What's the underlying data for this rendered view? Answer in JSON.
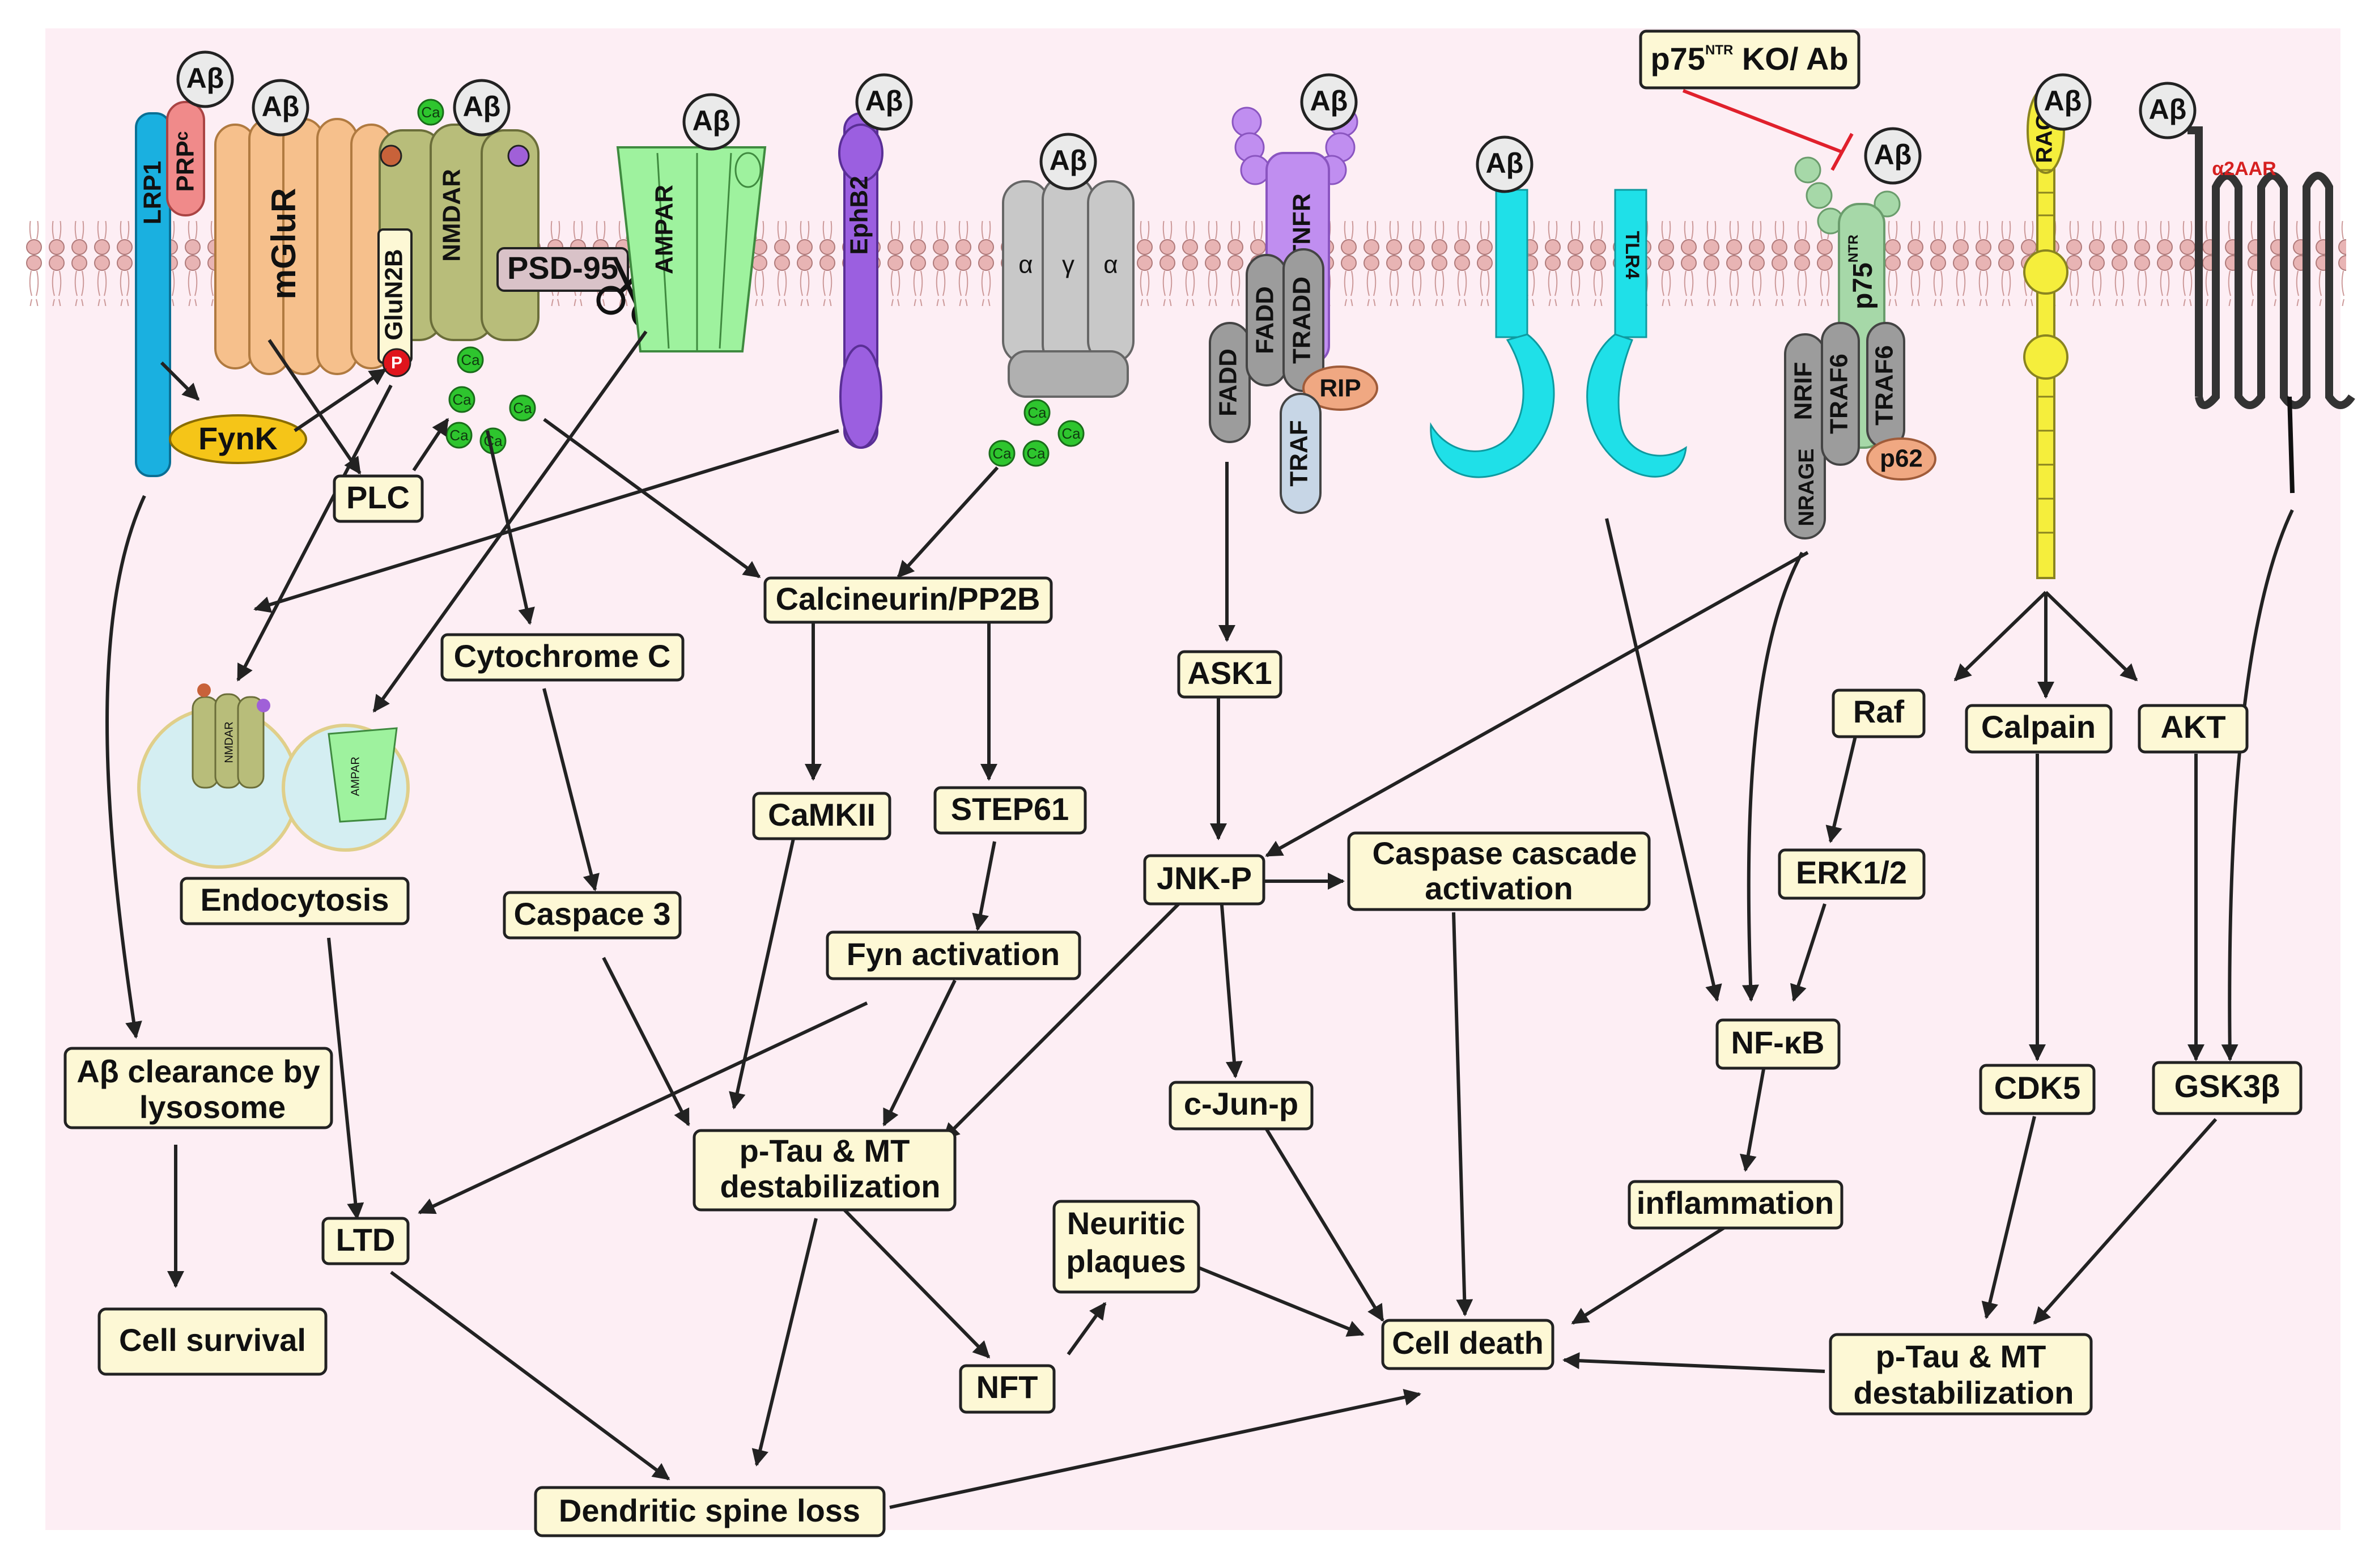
{
  "ligand": "Aβ",
  "calcium": "Ca",
  "receptors": {
    "lrp1": "LRP1",
    "prpc": "PRPᶜ",
    "mglur": "mGluR",
    "nmdar": "NMDAR",
    "glun2b": "GluN2B",
    "phospho": "P",
    "psd95": "PSD-95",
    "ampar": "AMPAR",
    "ephb2": "EphB2",
    "alpha": "α",
    "gamma": "γ",
    "tnfr": "TNFR",
    "fadd": "FADD",
    "tradd": "TRADD",
    "rip": "RIP",
    "traf": "TRAF",
    "tlr4": "TLR4",
    "p75_main": "p75",
    "p75_sup": "NTR",
    "nrif": "NRIF",
    "traf6": "TRAF6",
    "nrage": "NRAGE",
    "p62": "p62",
    "rage": "RAGE",
    "a2aar": "α2AAR",
    "fynk": "FynK",
    "endo_nmdar": "NMDAR",
    "endo_ampar": "AMPAR"
  },
  "inhibitor": {
    "main": "p75",
    "sup": "NTR",
    "rest": " KO/ Ab"
  },
  "nodes": {
    "plc": "PLC",
    "calcineurin": "Calcineurin/PP2B",
    "cytochrome": "Cytochrome C",
    "camkii": "CaMKII",
    "step61": "STEP61",
    "fyn_activation": "Fyn activation",
    "endocytosis": "Endocytosis",
    "caspase3": "Caspace 3",
    "ab_clearance_1": "Aβ clearance by",
    "ab_clearance_2": "lysosome",
    "cell_survival": "Cell survival",
    "ltd": "LTD",
    "ptau1_1": "p-Tau & MT",
    "ptau1_2": "destabilization",
    "neuritic_1": "Neuritic",
    "neuritic_2": "plaques",
    "nft": "NFT",
    "spine_loss": "Dendritic spine loss",
    "ask1": "ASK1",
    "jnkp": "JNK-P",
    "caspase_cascade_1": "Caspase cascade",
    "caspase_cascade_2": "activation",
    "cjun": "c-Jun-p",
    "cell_death": "Cell death",
    "nfkb": "NF-κB",
    "inflammation": "inflammation",
    "raf": "Raf",
    "erk": "ERK1/2",
    "calpain": "Calpain",
    "akt": "AKT",
    "cdk5": "CDK5",
    "gsk3b": "GSK3β",
    "ptau2_1": "p-Tau & MT",
    "ptau2_2": "destabilization"
  },
  "colors": {
    "background": "#fdeef4",
    "membrane": "#e8b4b4",
    "box_fill": "#fdf8d5",
    "lrp1": "#1ab0e0",
    "prpc": "#f08a8a",
    "mglur": "#f6c08c",
    "nmdar": "#b8bd7a",
    "ampar": "#9ef29e",
    "ephb2": "#9b5fe0",
    "channel": "#c8c8c8",
    "tnfr": "#c08ef0",
    "tlr4": "#1fe0e8",
    "p75": "#a6d8a8",
    "rage": "#f5ee3c",
    "a2aar": "#333333",
    "fynk": "#f5c518",
    "calcium": "#2ec52e",
    "rip": "#f0a882",
    "inhibitor_line": "#e0202c"
  }
}
